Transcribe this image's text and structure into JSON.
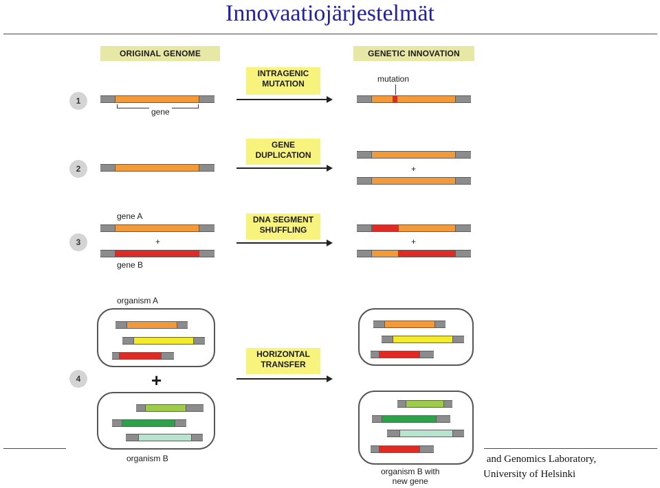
{
  "slide": {
    "title": "Innovaatiojärjestelmät",
    "footer_line1": "ng and Genomics Laboratory,",
    "footer_line2": "y, University of Helsinki"
  },
  "diagram": {
    "header_left": "ORIGINAL GENOME",
    "header_right": "GENETIC INNOVATION",
    "steps": [
      {
        "number": "1",
        "process_line1": "INTRAGENIC",
        "process_line2": "MUTATION"
      },
      {
        "number": "2",
        "process_line1": "GENE",
        "process_line2": "DUPLICATION"
      },
      {
        "number": "3",
        "process_line1": "DNA SEGMENT",
        "process_line2": "SHUFFLING"
      },
      {
        "number": "4",
        "process_line1": "HORIZONTAL",
        "process_line2": "TRANSFER"
      }
    ],
    "labels": {
      "gene": "gene",
      "mutation": "mutation",
      "gene_a": "gene A",
      "gene_b": "gene B",
      "organism_a": "organism A",
      "organism_b": "organism B",
      "organism_b_new_line1": "organism B with",
      "organism_b_new_line2": "new gene",
      "plus": "+"
    },
    "colors": {
      "orange": "#f2993a",
      "red": "#e02a24",
      "yellow": "#f4ea2c",
      "light_green": "#9ccc4a",
      "dark_green": "#2ea14a",
      "pale_green": "#b7e3cf",
      "label_yellow": "#f7f37c",
      "header_yellow": "#e8e8a6",
      "title_blue": "#1f1fb4"
    }
  }
}
